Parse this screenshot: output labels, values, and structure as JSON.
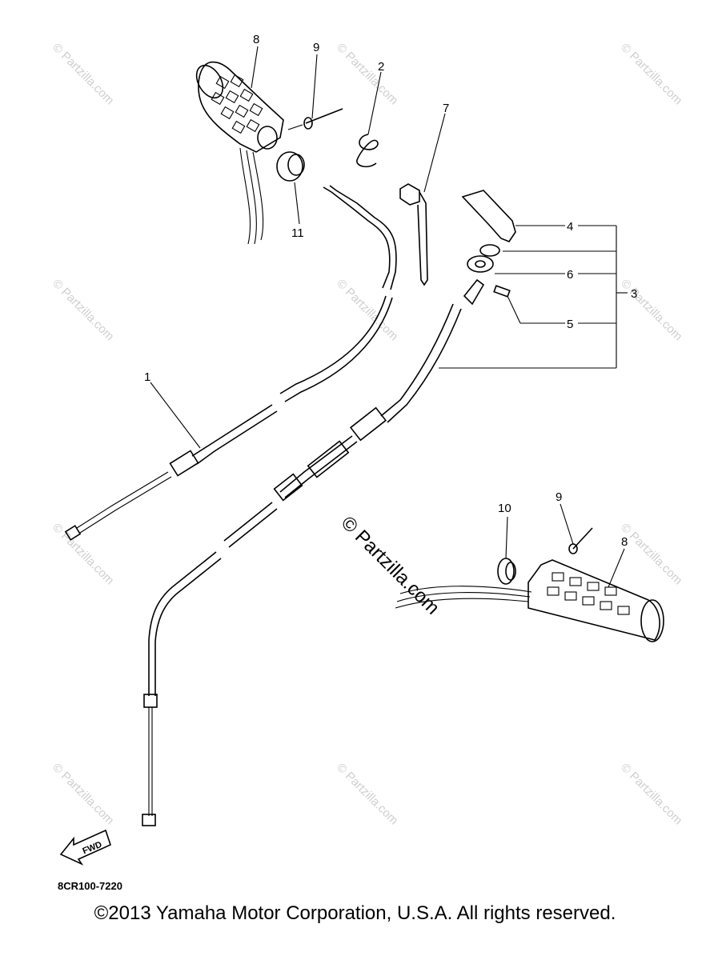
{
  "diagram": {
    "callouts": {
      "c1": "1",
      "c2": "2",
      "c3": "3",
      "c4": "4",
      "c5": "5",
      "c6": "6",
      "c7": "7",
      "c8a": "8",
      "c8b": "8",
      "c9a": "9",
      "c9b": "9",
      "c10": "10",
      "c11": "11"
    },
    "fwd_label": "FWD",
    "part_code": "8CR100-7220",
    "watermark": "© Partzilla.com"
  },
  "copyright": "©2013 Yamaha Motor Corporation, U.S.A. All rights reserved.",
  "colors": {
    "line": "#000000",
    "watermark": "#cfcfcf",
    "background": "#ffffff"
  }
}
